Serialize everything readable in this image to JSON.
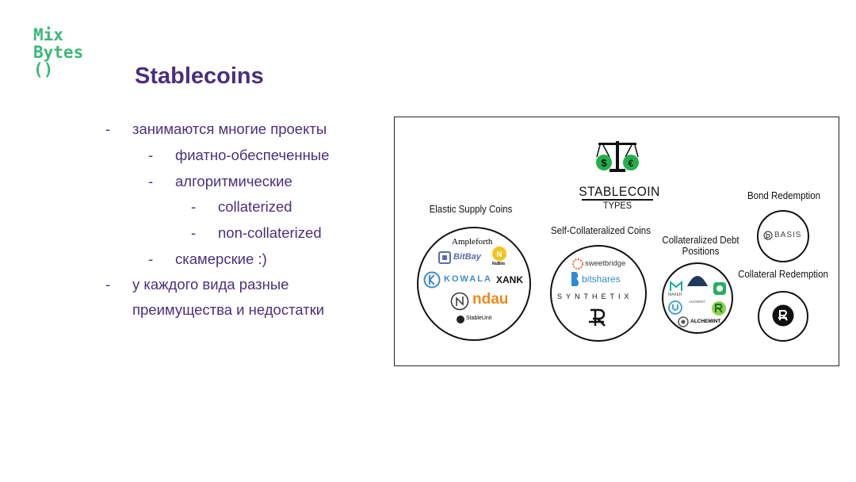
{
  "logo": {
    "line1": "Mix",
    "line2": "Bytes",
    "line3": "()"
  },
  "title": "Stablecoins",
  "bullets": [
    {
      "dash": "-",
      "text": "занимаются многие проекты"
    },
    {
      "dash": "-",
      "text": "фиатно-обеспеченные"
    },
    {
      "dash": "-",
      "text": "алгоритмические"
    },
    {
      "dash": "-",
      "text": "collaterized"
    },
    {
      "dash": "-",
      "text": "non-collaterized"
    },
    {
      "dash": "-",
      "text": "скамерские :)"
    },
    {
      "dash": "-",
      "text": "у каждого вида разные"
    },
    {
      "dash": "",
      "text": "преимущества и недостатки"
    }
  ],
  "diagram": {
    "center_title": "STABLECOIN",
    "center_sub": "TYPES",
    "elastic": {
      "caption": "Elastic Supply Coins",
      "logos": [
        "Ampleforth",
        "BitBay",
        "NuBits",
        "KOWALA",
        "XANK",
        "ndau",
        "StableUnit"
      ]
    },
    "self": {
      "caption": "Self-Collateralized Coins",
      "logos": [
        "sweetbridge",
        "bitshares",
        "SYNTHETIX"
      ]
    },
    "cdp": {
      "caption_line1": "Collateralized Debt",
      "caption_line2": "Positions",
      "logos": [
        "MAKER",
        "AUGMINT",
        "ALCHEMINT"
      ]
    },
    "bond": {
      "caption": "Bond Redemption",
      "logo": "BASIS"
    },
    "collateral": {
      "caption": "Collateral Redemption"
    }
  },
  "colors": {
    "accent": "#4a2f7d",
    "logo": "#3cb878",
    "coin": "#22b04b"
  }
}
